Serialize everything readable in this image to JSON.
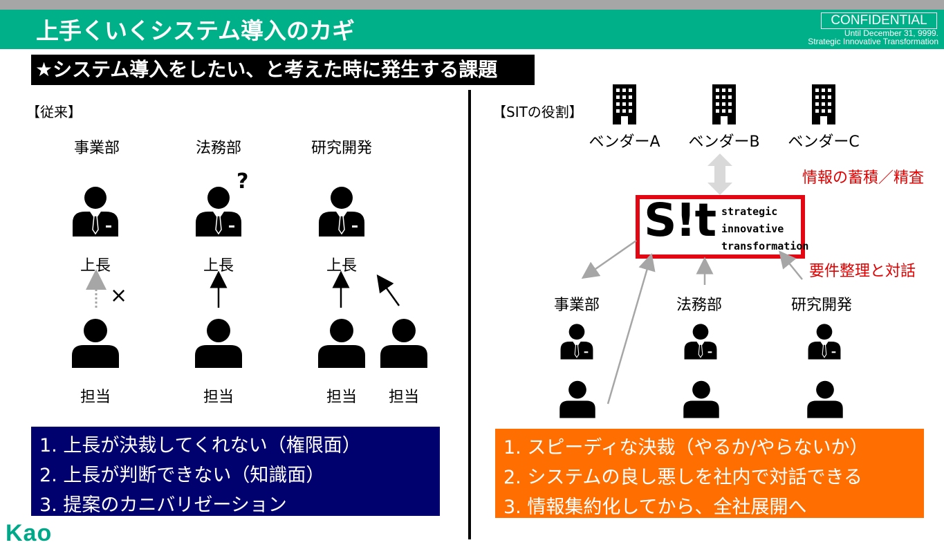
{
  "header": {
    "title": "上手くいくシステム導入のカギ",
    "confidential": "CONFIDENTIAL",
    "until": "Until December 31, 9999.",
    "org": "Strategic Innovative Transformation"
  },
  "subtitle": "★システム導入をしたい、と考えた時に発生する課題",
  "left": {
    "section_label": "【従来】",
    "departments": [
      "事業部",
      "法務部",
      "研究開発"
    ],
    "boss_label": "上長",
    "staff_label": "担当",
    "question_mark": "?",
    "cross_mark": "×",
    "issues": [
      "1. 上長が決裁してくれない（権限面）",
      "2. 上長が判断できない（知識面）",
      "3. 提案のカニバリゼーション"
    ]
  },
  "right": {
    "section_label": "【SITの役割】",
    "vendors": [
      "ベンダーA",
      "ベンダーB",
      "ベンダーC"
    ],
    "info_note": "情報の蓄積／精査",
    "req_note": "要件整理と対話",
    "departments": [
      "事業部",
      "法務部",
      "研究開発"
    ],
    "sit_logo": {
      "mark": "S!t",
      "words": [
        "strategic",
        "innovative",
        "transformation"
      ]
    },
    "benefits": [
      "1. スピーディな決裁（やるか/やらないか）",
      "2. システムの良し悪しを社内で対話できる",
      "3. 情報集約化してから、全社展開へ"
    ]
  },
  "footer": {
    "logo": "Kao"
  },
  "colors": {
    "header_green": "#00b088",
    "left_box_navy": "#00006e",
    "right_box_orange": "#ff6e00",
    "accent_red": "#e00000",
    "logo_green": "#00a88a"
  }
}
